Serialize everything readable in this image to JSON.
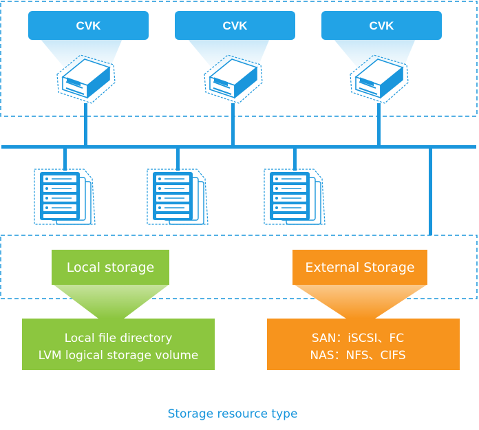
{
  "colors": {
    "line": "#1a96dc",
    "cvk_box": "#22a3e6",
    "local": "#8cc63f",
    "external": "#f7941d",
    "caption": "#1a96dc"
  },
  "cvk_nodes": [
    {
      "label": "CVK",
      "icon": "rack-server-icon"
    },
    {
      "label": "CVK",
      "icon": "rack-server-icon"
    },
    {
      "label": "CVK",
      "icon": "rack-server-icon"
    }
  ],
  "storage_devices": [
    {
      "icon": "storage-array-icon"
    },
    {
      "icon": "storage-array-icon"
    },
    {
      "icon": "storage-array-icon"
    }
  ],
  "local_storage": {
    "title": "Local storage",
    "details": [
      "Local file directory",
      "LVM logical storage volume"
    ]
  },
  "external_storage": {
    "title": "External Storage",
    "details": [
      "SAN：iSCSI、FC",
      "NAS：NFS、CIFS"
    ]
  },
  "caption": "Storage resource type"
}
